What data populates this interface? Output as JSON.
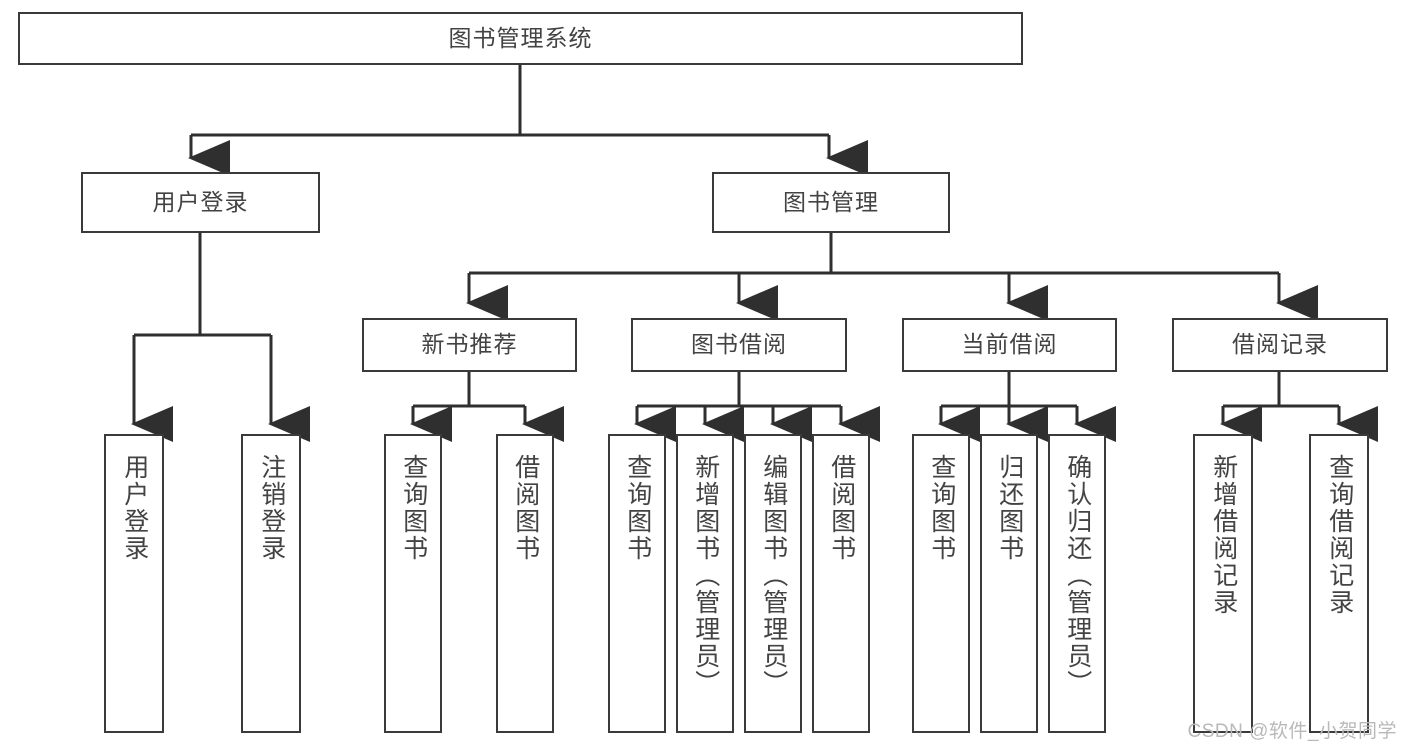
{
  "diagram": {
    "type": "tree",
    "title": "图书管理系统",
    "watermark": "CSDN @软件_小贺同学",
    "colors": {
      "box_border": "#3a3a3a",
      "box_fill": "#ffffff",
      "text": "#434343",
      "edge": "#2f2f2f",
      "watermark": "#b9b9b9",
      "background": "#ffffff"
    },
    "nodes": {
      "root": {
        "label": "图书管理系统"
      },
      "level1": [
        {
          "id": "user-login",
          "label": "用户登录"
        },
        {
          "id": "book-manage",
          "label": "图书管理"
        }
      ],
      "level2": [
        {
          "id": "new-book-rec",
          "label": "新书推荐"
        },
        {
          "id": "book-borrow",
          "label": "图书借阅"
        },
        {
          "id": "current-borrow",
          "label": "当前借阅"
        },
        {
          "id": "borrow-record",
          "label": "借阅记录"
        }
      ],
      "leaves": [
        {
          "id": "leaf-user-login",
          "label": "用户登录",
          "parent": "user-login"
        },
        {
          "id": "leaf-user-logout",
          "label": "注销登录",
          "parent": "user-login"
        },
        {
          "id": "leaf-query-book-1",
          "label": "查询图书",
          "parent": "new-book-rec"
        },
        {
          "id": "leaf-borrow-book-1",
          "label": "借阅图书",
          "parent": "new-book-rec"
        },
        {
          "id": "leaf-query-book-2",
          "label": "查询图书",
          "parent": "book-borrow"
        },
        {
          "id": "leaf-add-book",
          "label": "新增图书（管理员）",
          "parent": "book-borrow"
        },
        {
          "id": "leaf-edit-book",
          "label": "编辑图书（管理员）",
          "parent": "book-borrow"
        },
        {
          "id": "leaf-borrow-book-2",
          "label": "借阅图书",
          "parent": "book-borrow"
        },
        {
          "id": "leaf-query-book-3",
          "label": "查询图书",
          "parent": "current-borrow"
        },
        {
          "id": "leaf-return-book",
          "label": "归还图书",
          "parent": "current-borrow"
        },
        {
          "id": "leaf-confirm-return",
          "label": "确认归还（管理员）",
          "parent": "current-borrow"
        },
        {
          "id": "leaf-add-record",
          "label": "新增借阅记录",
          "parent": "borrow-record"
        },
        {
          "id": "leaf-query-record",
          "label": "查询借阅记录",
          "parent": "borrow-record"
        }
      ]
    }
  }
}
